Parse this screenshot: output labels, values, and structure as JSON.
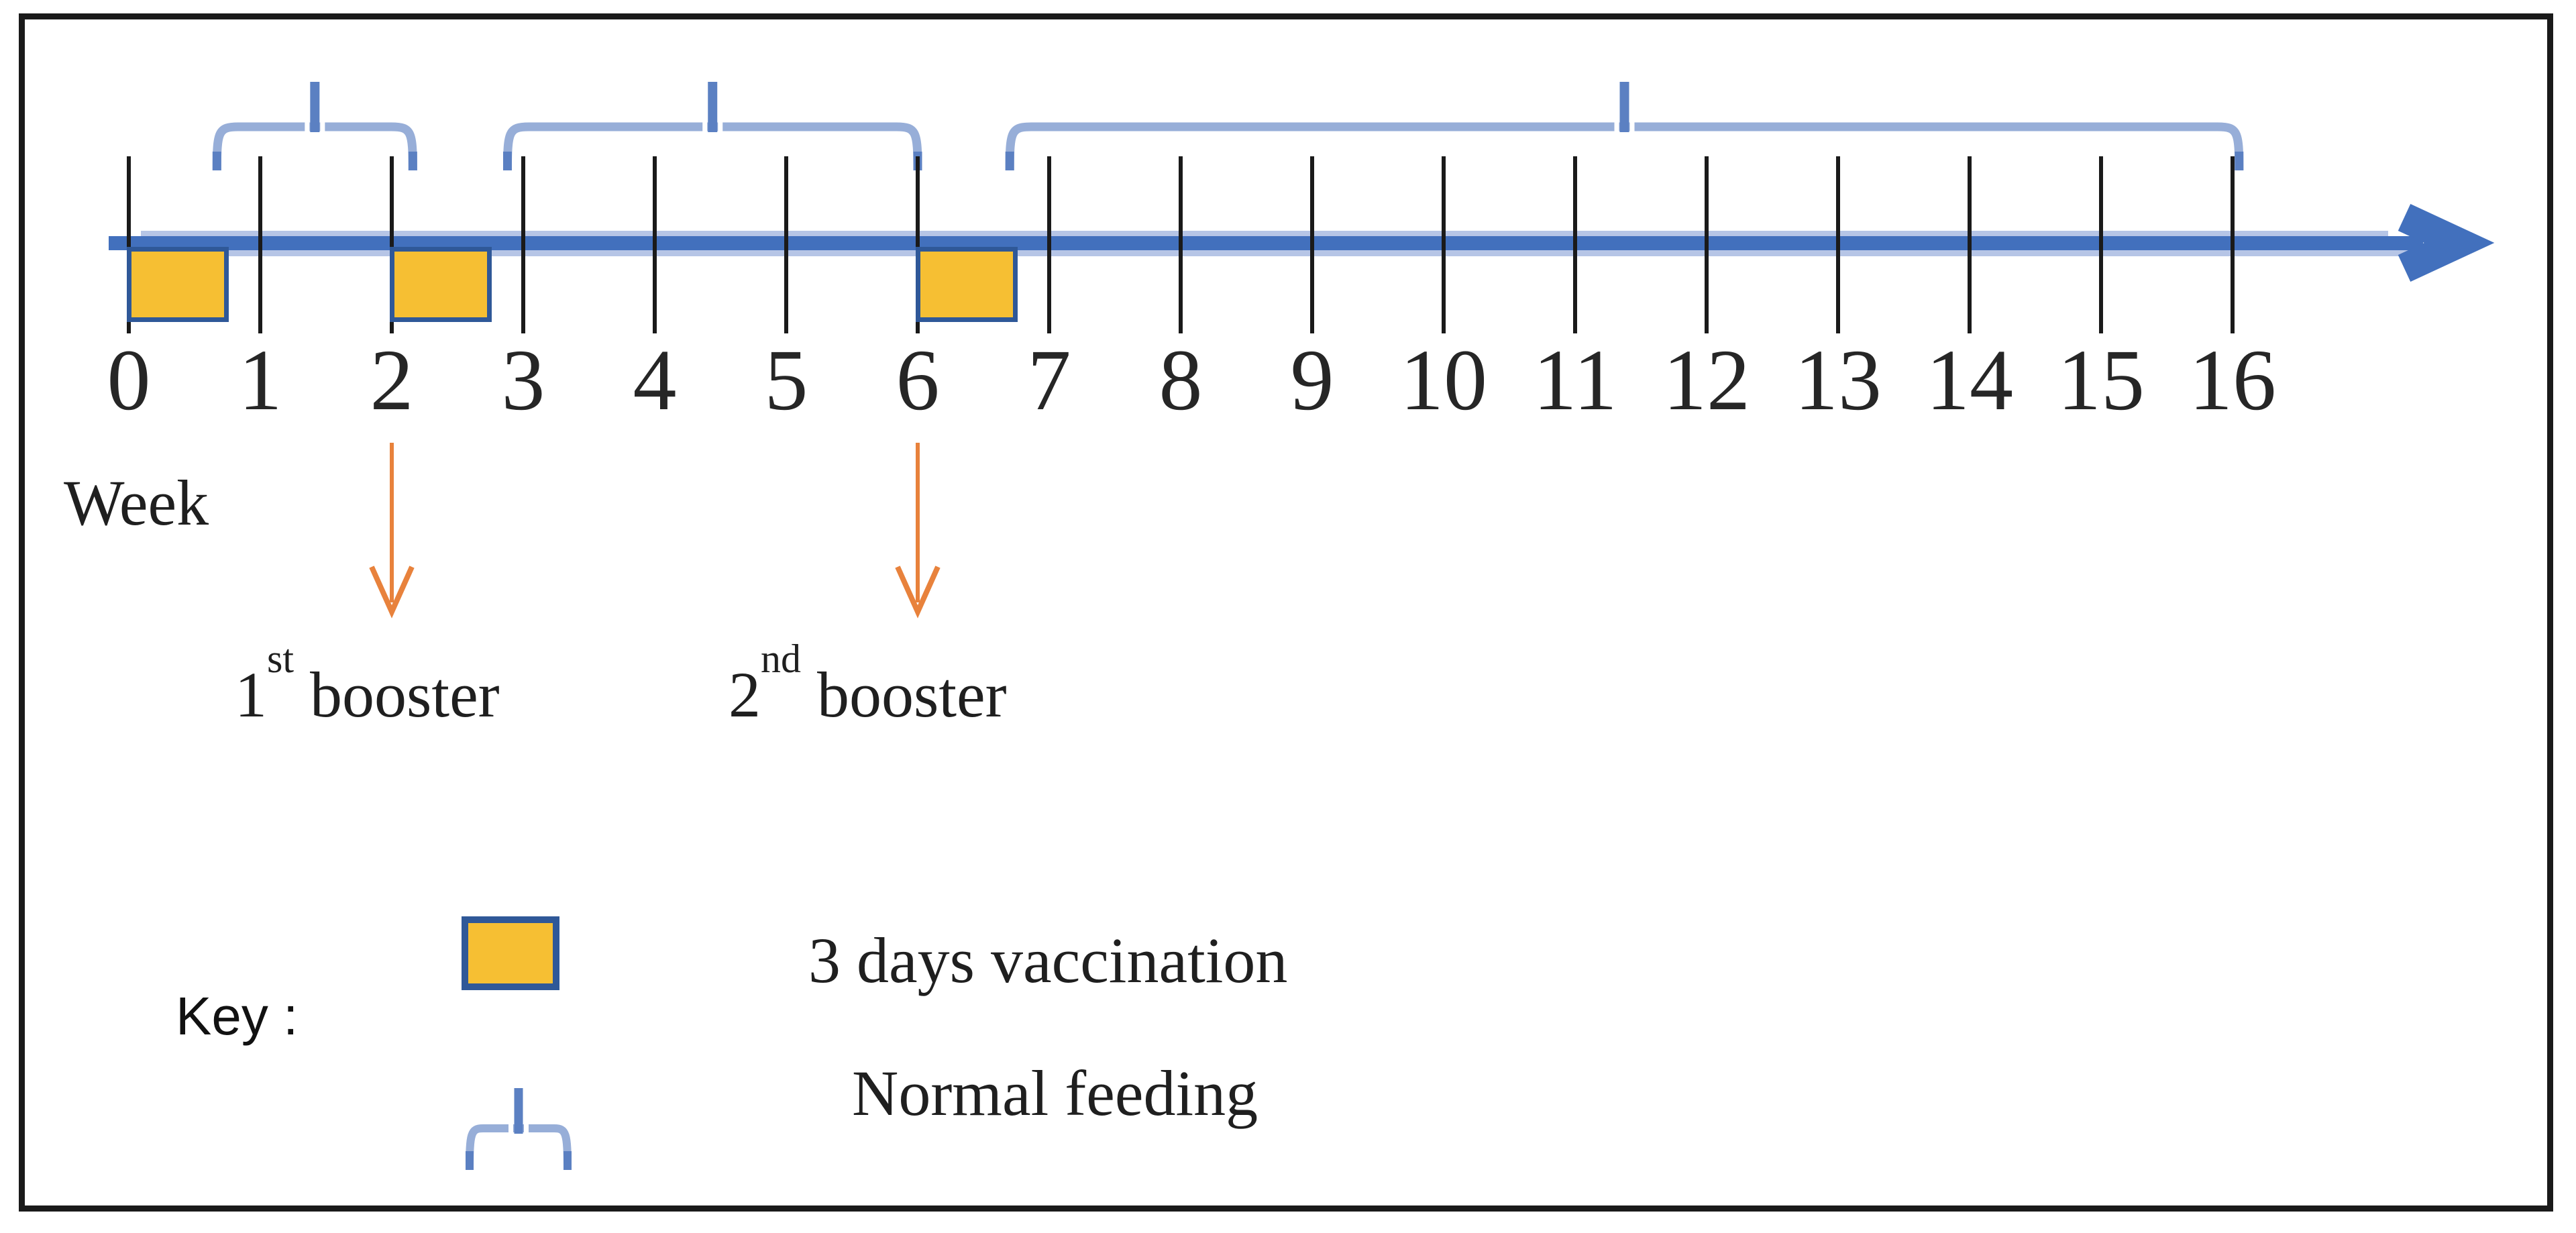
{
  "figure": {
    "type": "vaccination-feeding-timeline",
    "axis_label": "Week",
    "weeks": [
      0,
      1,
      2,
      3,
      4,
      5,
      6,
      7,
      8,
      9,
      10,
      11,
      12,
      13,
      14,
      15,
      16
    ],
    "axis_range": [
      0,
      16
    ]
  },
  "timeline": {
    "vaccination_weeks": [
      0,
      2,
      6
    ],
    "vaccination_duration_weeks": 0.77,
    "feeding_spans": [
      [
        0.67,
        2.16
      ],
      [
        2.88,
        6.0
      ],
      [
        6.7,
        16.05
      ]
    ]
  },
  "boosters": [
    {
      "week": 2,
      "ordinal": "1",
      "suffix": "st",
      "rest": " booster"
    },
    {
      "week": 6,
      "ordinal": "2",
      "suffix": "nd",
      "rest": " booster"
    }
  ],
  "key": {
    "title": "Key :",
    "items": [
      {
        "symbol": "vaccination-box",
        "label": "3 days vaccination"
      },
      {
        "symbol": "feeding-brace",
        "label": "Normal feeding"
      }
    ]
  },
  "colors": {
    "axis_blue": "#4270bd",
    "halo_blue": "#b6c5e6",
    "brace_light": "#97aed8",
    "brace_dark": "#5b80c2",
    "box_fill": "#f6bf33",
    "box_border": "#2f5898",
    "arrow_orange": "#e8823c",
    "ink": "#1f1f1f",
    "frame": "#1a1a1a"
  }
}
